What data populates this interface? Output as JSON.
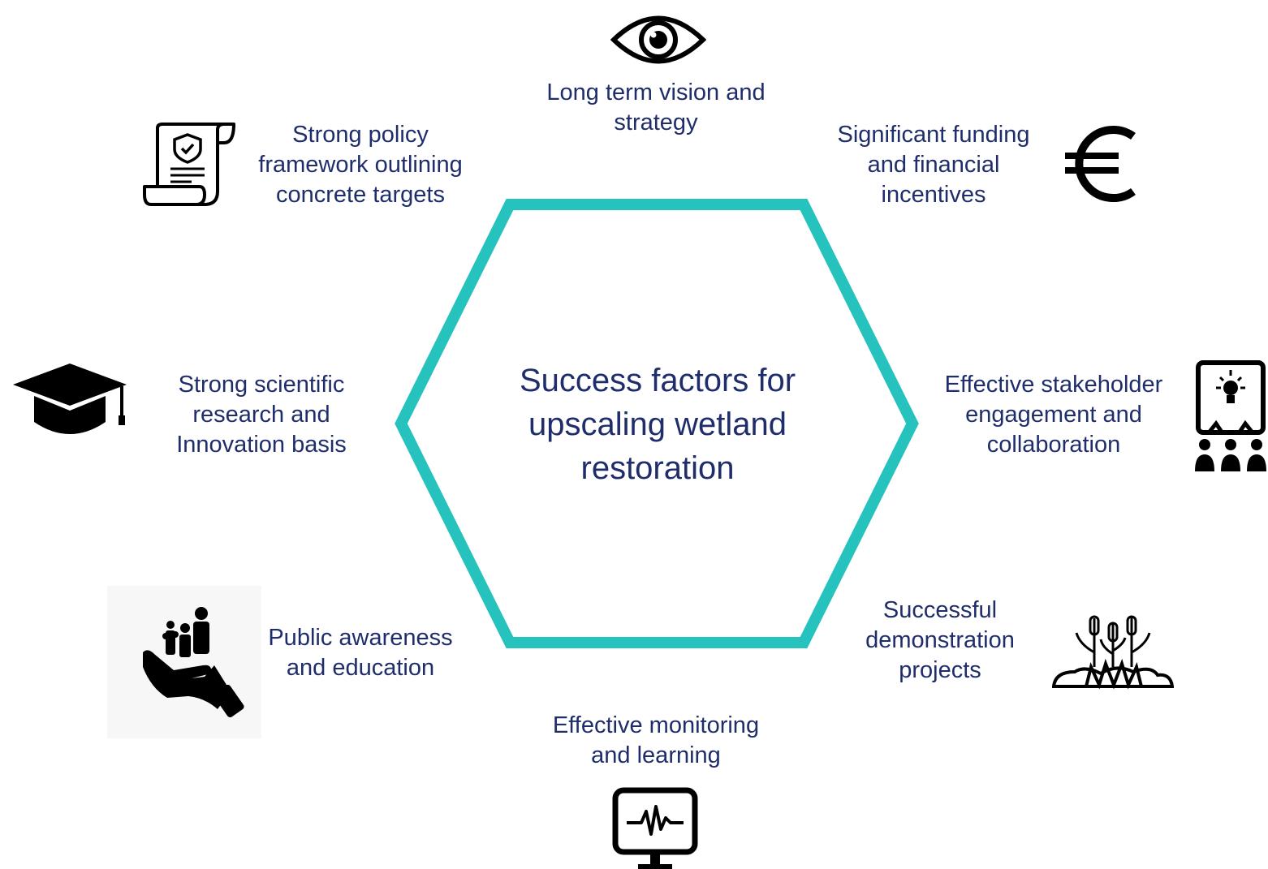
{
  "center": {
    "line1": "Success factors for",
    "line2": "upscaling wetland",
    "line3": "restoration"
  },
  "factors": {
    "vision": {
      "line1": "Long term vision and",
      "line2": "strategy",
      "icon": "eye-icon"
    },
    "funding": {
      "line1": "Significant funding",
      "line2": "and financial",
      "line3": "incentives",
      "icon": "euro-icon"
    },
    "stakeholder": {
      "line1": "Effective stakeholder",
      "line2": "engagement  and",
      "line3": "collaboration",
      "icon": "presentation-icon"
    },
    "demonstration": {
      "line1": "Successful",
      "line2": "demonstration",
      "line3": "projects",
      "icon": "wetland-plants-icon"
    },
    "monitoring": {
      "line1": "Effective monitoring",
      "line2": "and learning",
      "icon": "monitor-heartbeat-icon"
    },
    "awareness": {
      "line1": "Public  awareness",
      "line2": "and education",
      "icon": "hand-holding-people-icon"
    },
    "research": {
      "line1": "Strong scientific",
      "line2": "research and",
      "line3": "Innovation  basis",
      "icon": "graduation-cap-icon"
    },
    "policy": {
      "line1": "Strong policy",
      "line2": "framework outlining",
      "line3": "concrete targets",
      "icon": "policy-scroll-icon"
    }
  },
  "colors": {
    "hexagon": "#26c2bd",
    "text": "#1f2d6b",
    "icon": "#000000"
  }
}
